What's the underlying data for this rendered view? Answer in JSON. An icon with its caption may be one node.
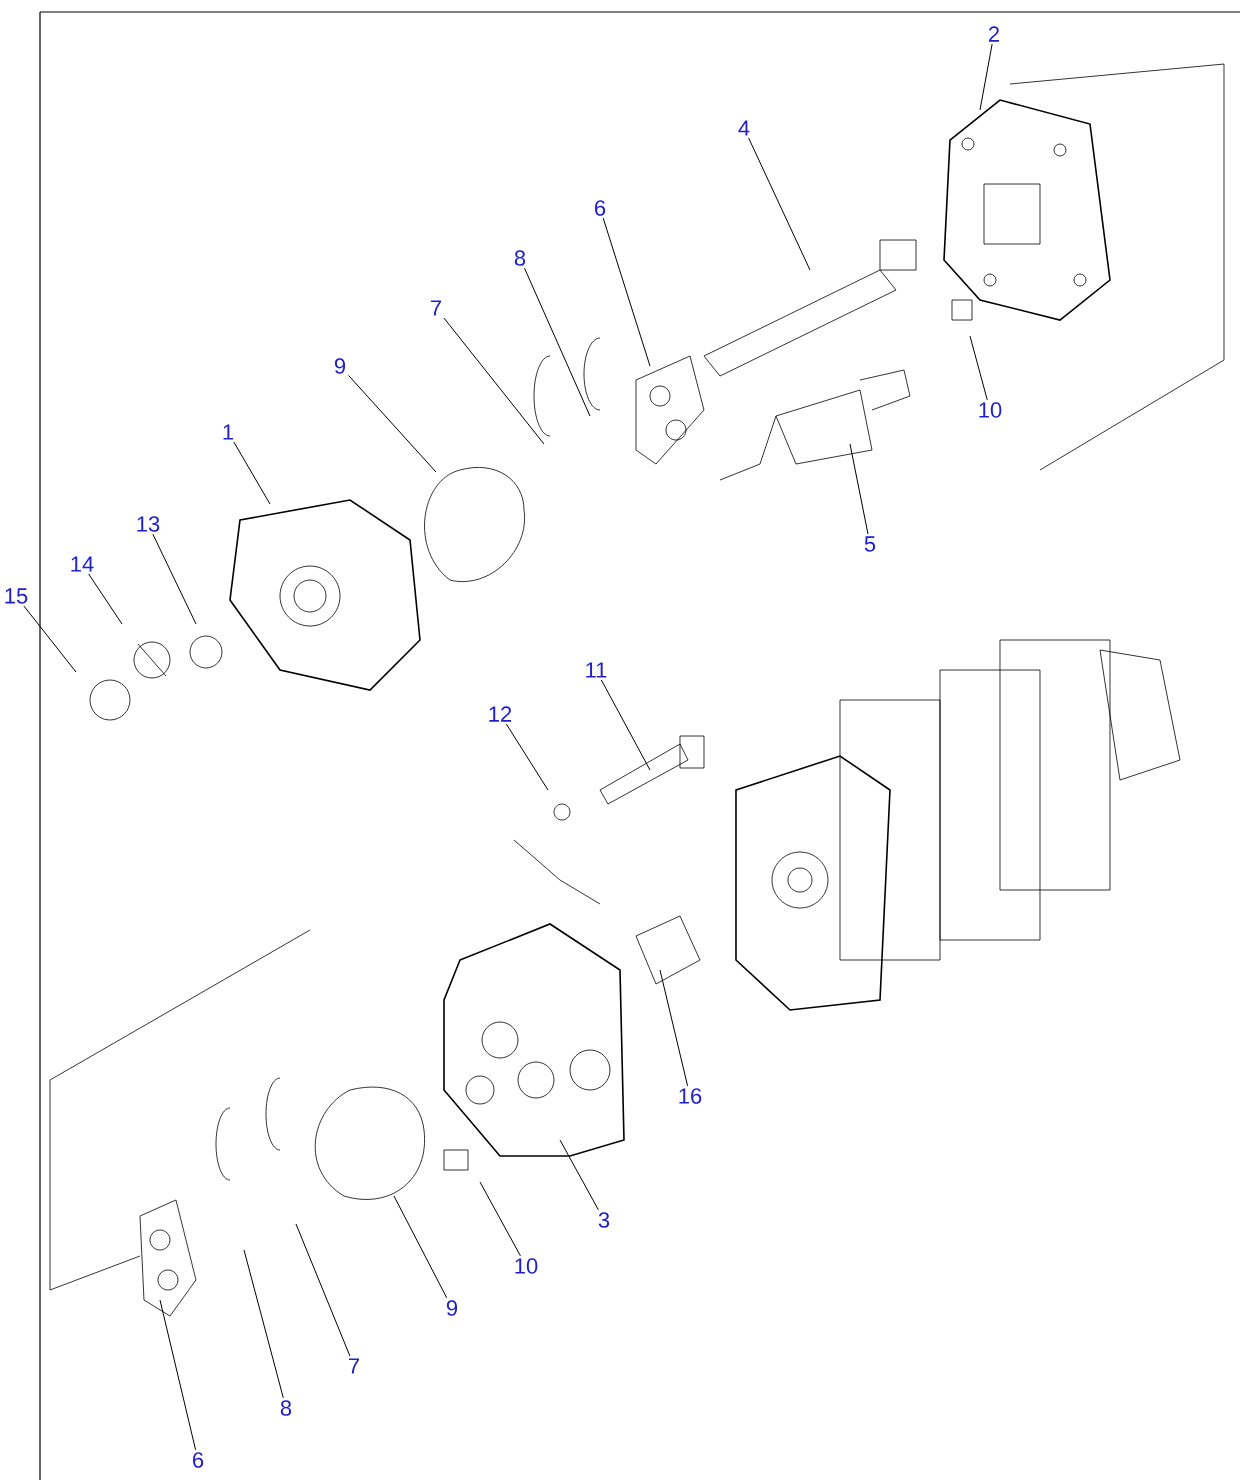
{
  "diagram": {
    "nodes": [
      {
        "text": [
          "2"
        ]
      },
      {
        "text": [
          "4"
        ]
      },
      {
        "text": [
          "6"
        ]
      },
      {
        "text": [
          "8"
        ]
      },
      {
        "text": [
          "7"
        ]
      },
      {
        "text": [
          "9"
        ]
      },
      {
        "text": [
          "10"
        ]
      },
      {
        "text": [
          "1"
        ]
      },
      {
        "text": [
          "13"
        ]
      },
      {
        "text": [
          "5"
        ]
      },
      {
        "text": [
          "14"
        ]
      },
      {
        "text": [
          "15"
        ]
      },
      {
        "text": [
          "11"
        ]
      },
      {
        "text": [
          "12"
        ]
      },
      {
        "text": [
          "16"
        ]
      },
      {
        "text": [
          "3"
        ]
      },
      {
        "text": [
          "10"
        ]
      },
      {
        "text": [
          "9"
        ]
      },
      {
        "text": [
          "7"
        ]
      },
      {
        "text": [
          "8"
        ]
      },
      {
        "text": [
          "6"
        ]
      }
    ],
    "edges": [
      {
        "from": 0,
        "to": null,
        "arrow": "none"
      },
      {
        "from": 1,
        "to": null,
        "arrow": "none"
      },
      {
        "from": 2,
        "to": null,
        "arrow": "none"
      },
      {
        "from": 3,
        "to": null,
        "arrow": "none"
      },
      {
        "from": 4,
        "to": null,
        "arrow": "none"
      },
      {
        "from": 5,
        "to": null,
        "arrow": "none"
      },
      {
        "from": 6,
        "to": null,
        "arrow": "none"
      },
      {
        "from": 7,
        "to": null,
        "arrow": "none"
      },
      {
        "from": 8,
        "to": null,
        "arrow": "none"
      },
      {
        "from": 9,
        "to": null,
        "arrow": "none"
      },
      {
        "from": 10,
        "to": null,
        "arrow": "none"
      },
      {
        "from": 11,
        "to": null,
        "arrow": "none"
      },
      {
        "from": 12,
        "to": null,
        "arrow": "none"
      },
      {
        "from": 13,
        "to": null,
        "arrow": "none"
      },
      {
        "from": 14,
        "to": null,
        "arrow": "none"
      },
      {
        "from": 15,
        "to": null,
        "arrow": "none"
      },
      {
        "from": 16,
        "to": null,
        "arrow": "none"
      },
      {
        "from": 17,
        "to": null,
        "arrow": "none"
      },
      {
        "from": 18,
        "to": null,
        "arrow": "none"
      },
      {
        "from": 19,
        "to": null,
        "arrow": "none"
      },
      {
        "from": 20,
        "to": null,
        "arrow": "none"
      }
    ]
  }
}
